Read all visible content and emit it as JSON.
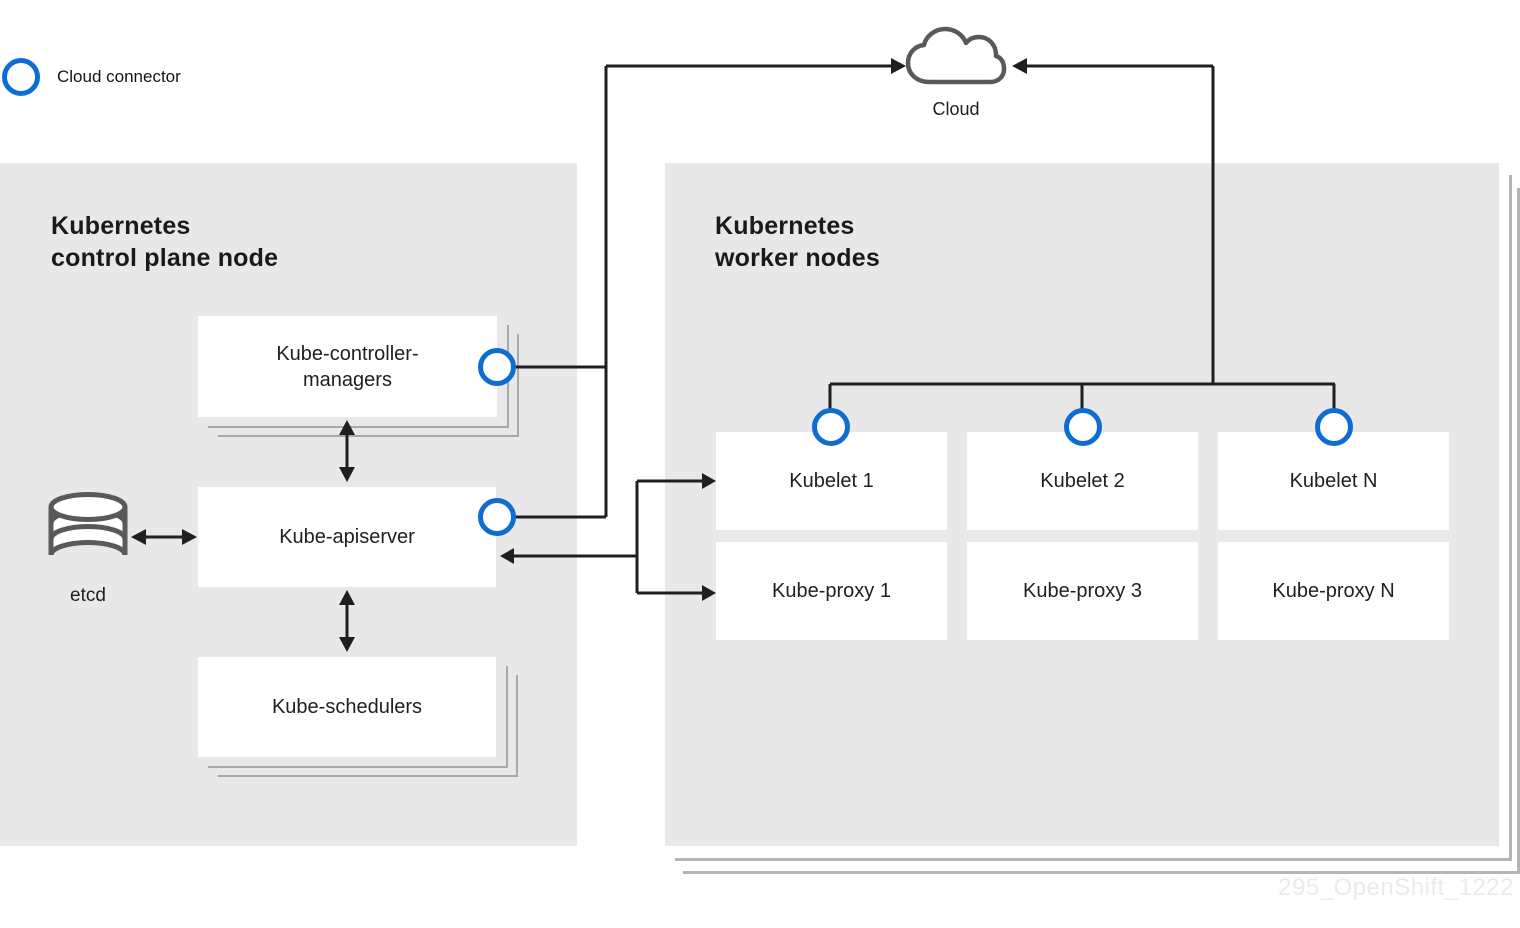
{
  "legend": {
    "label": "Cloud connector"
  },
  "cloud": {
    "label": "Cloud"
  },
  "control_plane": {
    "title_line1": "Kubernetes",
    "title_line2": "control plane node",
    "controller_managers_line1": "Kube-controller-",
    "controller_managers_line2": "managers",
    "apiserver_label": "Kube-apiserver",
    "schedulers_label": "Kube-schedulers",
    "etcd_label": "etcd"
  },
  "worker_nodes": {
    "title_line1": "Kubernetes",
    "title_line2": "worker nodes",
    "kubelets": [
      "Kubelet 1",
      "Kubelet 2",
      "Kubelet N"
    ],
    "proxies": [
      "Kube-proxy 1",
      "Kube-proxy 3",
      "Kube-proxy N"
    ]
  },
  "watermark": "295_OpenShift_1222",
  "colors": {
    "accent_blue": "#0d6dd2",
    "panel_gray": "#e8e8e8",
    "line_black": "#1f1f1f",
    "icon_gray": "#595959",
    "stack_gray": "#a9a9a9",
    "watermark_gray": "#ebebeb",
    "text_dark": "#151515"
  }
}
